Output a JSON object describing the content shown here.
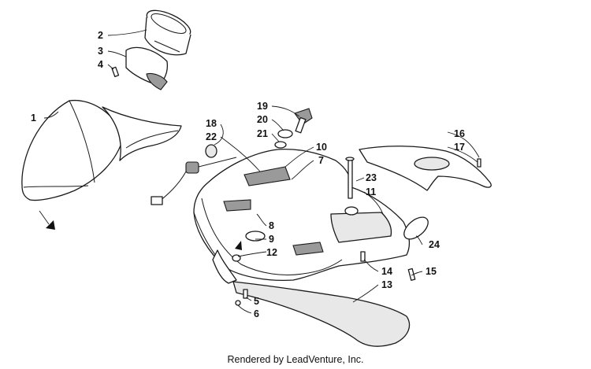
{
  "callouts": [
    {
      "id": "1",
      "text": "1"
    },
    {
      "id": "2",
      "text": "2"
    },
    {
      "id": "3",
      "text": "3"
    },
    {
      "id": "4",
      "text": "4"
    },
    {
      "id": "5",
      "text": "5"
    },
    {
      "id": "6",
      "text": "6"
    },
    {
      "id": "7",
      "text": "7"
    },
    {
      "id": "8",
      "text": "8"
    },
    {
      "id": "9",
      "text": "9"
    },
    {
      "id": "10",
      "text": "10"
    },
    {
      "id": "11",
      "text": "11"
    },
    {
      "id": "12",
      "text": "12"
    },
    {
      "id": "13",
      "text": "13"
    },
    {
      "id": "14",
      "text": "14"
    },
    {
      "id": "15",
      "text": "15"
    },
    {
      "id": "16",
      "text": "16"
    },
    {
      "id": "17",
      "text": "17"
    },
    {
      "id": "18",
      "text": "18"
    },
    {
      "id": "19",
      "text": "19"
    },
    {
      "id": "20",
      "text": "20"
    },
    {
      "id": "21",
      "text": "21"
    },
    {
      "id": "22",
      "text": "22"
    },
    {
      "id": "23",
      "text": "23"
    },
    {
      "id": "24",
      "text": "24"
    }
  ],
  "watermark": {
    "logo": "leadventure-logo-watermark"
  },
  "footer": {
    "text": "Rendered by LeadVenture, Inc."
  }
}
